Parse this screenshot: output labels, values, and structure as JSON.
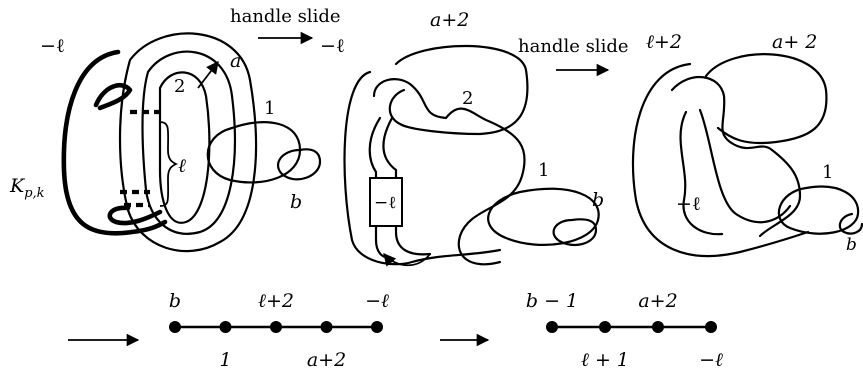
{
  "labels": {
    "slide1": "handle slide",
    "slide2": "handle slide",
    "d1_minus_l": "−ℓ",
    "d1_a": "a",
    "d1_2": "2",
    "d1_1": "1",
    "d1_b": "b",
    "d1_l": "ℓ",
    "d1_K": "K",
    "d1_K_sub": "p,k",
    "d2_a2": "a+2",
    "d2_minus_l": "−ℓ",
    "d2_2": "2",
    "d2_1": "1",
    "d2_b": "b",
    "d2_box": "−ℓ",
    "d3_l2": "ℓ+2",
    "d3_a2": "a+ 2",
    "d3_minus_l": "−ℓ",
    "d3_1": "1",
    "d3_b": "b"
  },
  "plumbing1": {
    "top": [
      "b",
      "",
      "ℓ+2",
      "",
      "−ℓ"
    ],
    "bottom": [
      "",
      "1",
      "",
      "a+2",
      ""
    ]
  },
  "plumbing2": {
    "top": [
      "b − 1",
      "",
      "a+2",
      ""
    ],
    "bottom": [
      "",
      "ℓ + 1",
      "",
      "−ℓ"
    ]
  }
}
